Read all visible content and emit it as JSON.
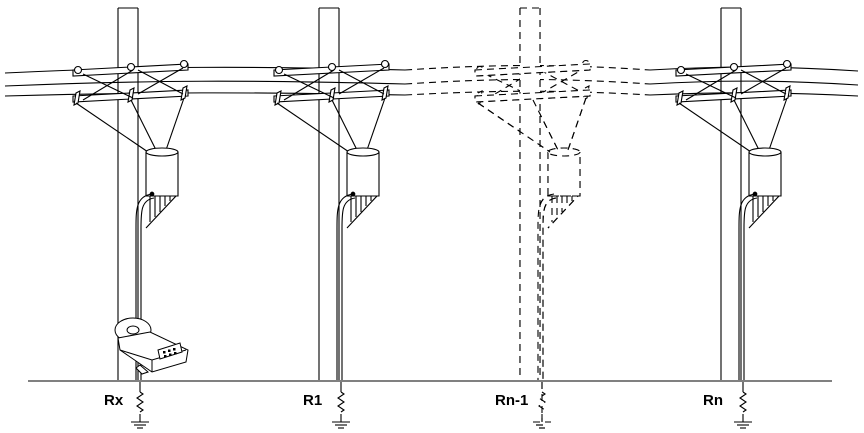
{
  "diagram": {
    "labels": {
      "rx": "Rx",
      "r1": "R1",
      "rn1": "Rn-1",
      "rn": "Rn"
    },
    "poles": [
      {
        "id": "rx",
        "style": "solid",
        "meter": true
      },
      {
        "id": "r1",
        "style": "solid",
        "meter": false
      },
      {
        "id": "rn1",
        "style": "dashed",
        "meter": false
      },
      {
        "id": "rn",
        "style": "solid",
        "meter": false
      }
    ],
    "colors": {
      "line": "#000000",
      "background": "#ffffff",
      "meter_body": "#ffffff"
    }
  }
}
